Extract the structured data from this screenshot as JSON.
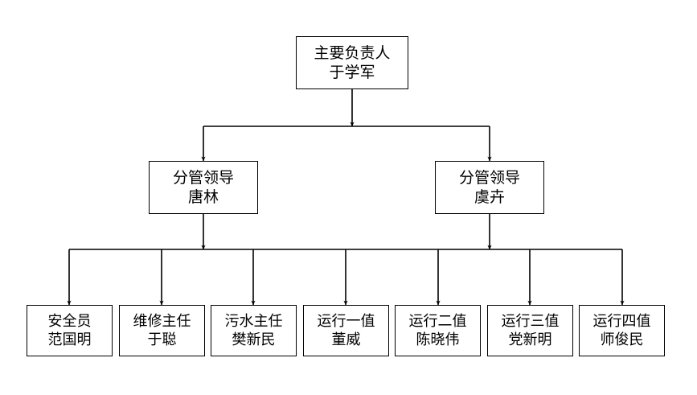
{
  "chart": {
    "title": "",
    "type": "org-chart",
    "background_color": "#ffffff",
    "line_color": "#000000",
    "box_border_color": "#000000",
    "box_fill_color": "#ffffff"
  },
  "nodes": {
    "root": {
      "role": "主要负责人",
      "name": "于学军"
    },
    "level1": [
      {
        "role": "分管领导",
        "name": "唐林"
      },
      {
        "role": "分管领导",
        "name": "虞卉"
      }
    ],
    "level2": [
      {
        "role": "安全员",
        "name": "范国明"
      },
      {
        "role": "维修主任",
        "name": "于聪"
      },
      {
        "role": "污水主任",
        "name": "樊新民"
      },
      {
        "role": "运行一值",
        "name": "董威"
      },
      {
        "role": "运行二值",
        "name": "陈晓伟"
      },
      {
        "role": "运行三值",
        "name": "党新明"
      },
      {
        "role": "运行四值",
        "name": "师俊民"
      }
    ]
  }
}
